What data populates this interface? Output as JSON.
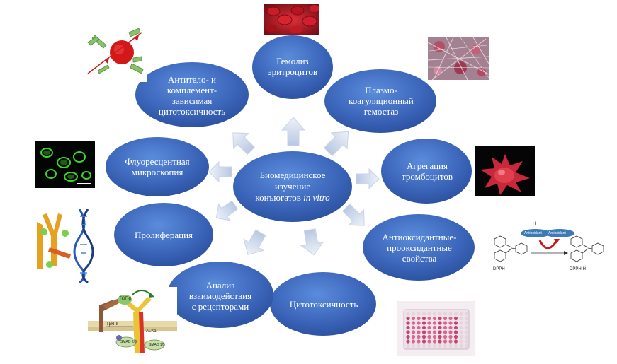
{
  "center": {
    "line1": "Биомедицинское",
    "line2": "изучение",
    "line3_prefix": "конъюгатов ",
    "line3_italic": "in vitro"
  },
  "nodes": {
    "hemolysis": [
      "Гемолиз",
      "эритроцитов"
    ],
    "plasma": [
      "Плазмо-",
      "коагуляционный",
      "гемостаз"
    ],
    "platelet": [
      "Агрегация",
      "тромбоцитов"
    ],
    "antioxidant": [
      "Антиоксидантные-",
      "прооксидантные",
      "свойства"
    ],
    "cytotoxicity": [
      "Цитотоксичность"
    ],
    "receptor": [
      "Анализ",
      "взаимодействия",
      "с рецепторами"
    ],
    "proliferation": [
      "Пролиферация"
    ],
    "fluorescence": [
      "Флуоресцентная",
      "микроскопия"
    ],
    "antibody": [
      "Антитело- и",
      "комплемент-",
      "зависимая",
      "цитотоксичность"
    ]
  },
  "images": {
    "dpph": {
      "left_label": "DPPH·",
      "right_label": "DPPH-H",
      "h_label": "H",
      "pill1": "Antioxidant",
      "pill2": "Antioxidant"
    },
    "receptor": {
      "tgf": "TGF-β",
      "tbr": "TβR-II",
      "alk": "ALK1",
      "smad_a": "SMAD 2/3",
      "smad_b": "SMAD 1/5"
    }
  },
  "colors": {
    "ellipse_light": "#4f7fd0",
    "ellipse_dark": "#2a4a95",
    "arrow_light": "#dde6f4",
    "arrow_dark": "#aebfde"
  }
}
